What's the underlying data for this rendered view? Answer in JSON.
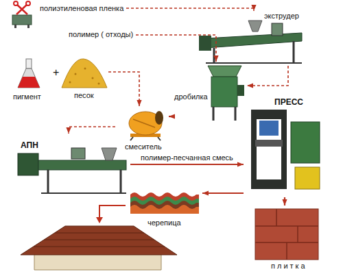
{
  "diagram": {
    "nodes": [
      {
        "text": [
          "полиэтиленовая пленка"
        ]
      },
      {
        "text": [
          "экструдер"
        ]
      },
      {
        "text": [
          "полимер ( отходы)"
        ]
      },
      {
        "text": [
          "пигмент"
        ]
      },
      {
        "text": [
          "песок"
        ]
      },
      {
        "text": [
          "дробилка"
        ]
      },
      {
        "text": [
          "смеситель"
        ]
      },
      {
        "text": [
          "АПН"
        ]
      },
      {
        "text": [
          "ПРЕСС"
        ]
      },
      {
        "text": [
          "черепица"
        ]
      },
      {
        "text": [
          "плитка"
        ]
      }
    ],
    "edges": [
      {
        "from": 0,
        "to": 1,
        "arrow": "to"
      },
      {
        "from": 2,
        "to": 5,
        "arrow": "to"
      },
      {
        "from": 1,
        "to": 5,
        "arrow": "to"
      },
      {
        "from": 4,
        "to": 6,
        "arrow": "to"
      },
      {
        "from": 5,
        "to": 6,
        "arrow": "to"
      },
      {
        "from": 6,
        "to": 7,
        "arrow": "to"
      },
      {
        "from": 7,
        "to": 8,
        "label": "полимер-песчанная смесь",
        "arrow": "to"
      },
      {
        "from": 8,
        "to": 9,
        "arrow": "to"
      },
      {
        "from": 8,
        "to": 10,
        "arrow": "to"
      }
    ],
    "labels": [
      "+"
    ]
  }
}
